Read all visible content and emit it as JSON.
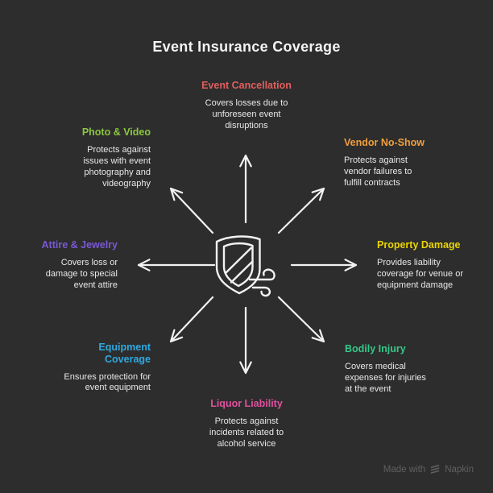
{
  "title": "Event Insurance Coverage",
  "colors": {
    "background": "#2d2d2d",
    "title_text": "#f4f4f4",
    "body_text": "#e8e8e8",
    "arrow_stroke": "#f2f2f2",
    "footer_text": "#606060"
  },
  "center_icon": "shield-wind-icon",
  "nodes": [
    {
      "id": "event-cancellation",
      "label": "Event Cancellation",
      "description": "Covers losses due to\nunforeseen event\ndisruptions",
      "color": "#e25e5e",
      "position": "top"
    },
    {
      "id": "vendor-no-show",
      "label": "Vendor No-Show",
      "description": "Protects against\nvendor failures to\nfulfill contracts",
      "color": "#f09f3e",
      "position": "top-right"
    },
    {
      "id": "property-damage",
      "label": "Property Damage",
      "description": "Provides liability\ncoverage for venue or\nequipment damage",
      "color": "#e9d500",
      "position": "right"
    },
    {
      "id": "bodily-injury",
      "label": "Bodily Injury",
      "description": "Covers medical\nexpenses for injuries\nat the event",
      "color": "#36c787",
      "position": "bottom-right"
    },
    {
      "id": "liquor-liability",
      "label": "Liquor Liability",
      "description": "Protects against\nincidents related to\nalcohol service",
      "color": "#e0509f",
      "position": "bottom"
    },
    {
      "id": "equipment-coverage",
      "label": "Equipment\nCoverage",
      "description": "Ensures protection for\nevent equipment",
      "color": "#2fa9e0",
      "position": "bottom-left"
    },
    {
      "id": "attire-jewelry",
      "label": "Attire & Jewelry",
      "description": "Covers loss or\ndamage to special\nevent attire",
      "color": "#7a59d6",
      "position": "left"
    },
    {
      "id": "photo-video",
      "label": "Photo & Video",
      "description": "Protects against\nissues with event\nphotography and\nvideography",
      "color": "#8cc63f",
      "position": "top-left"
    }
  ],
  "footer": {
    "made_with": "Made with",
    "brand": "Napkin",
    "logo_icon": "napkin-logo-icon"
  }
}
